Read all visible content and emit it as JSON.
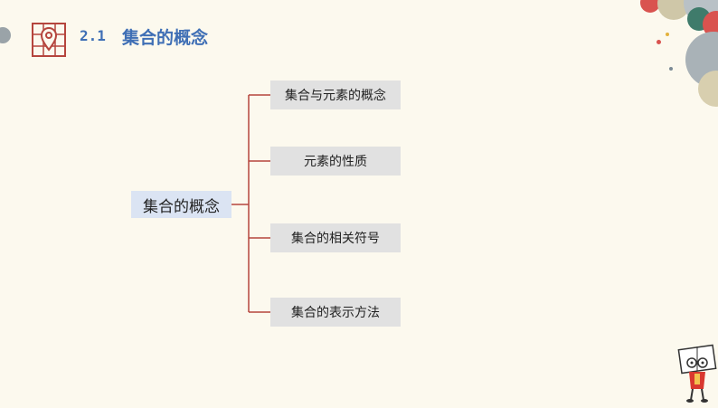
{
  "header": {
    "icon": "map-pin-icon",
    "section_number": "2.1",
    "section_title": "集合的概念"
  },
  "mindmap": {
    "root": "集合的概念",
    "children": [
      {
        "label": "集合与元素的概念"
      },
      {
        "label": "元素的性质"
      },
      {
        "label": "集合的相关符号"
      },
      {
        "label": "集合的表示方法"
      }
    ]
  },
  "colors": {
    "background": "#fcf9ee",
    "title_blue": "#3f6fb5",
    "connector_red": "#b5453d",
    "root_fill": "#dbe4f3",
    "child_fill": "#e1e1e1"
  }
}
